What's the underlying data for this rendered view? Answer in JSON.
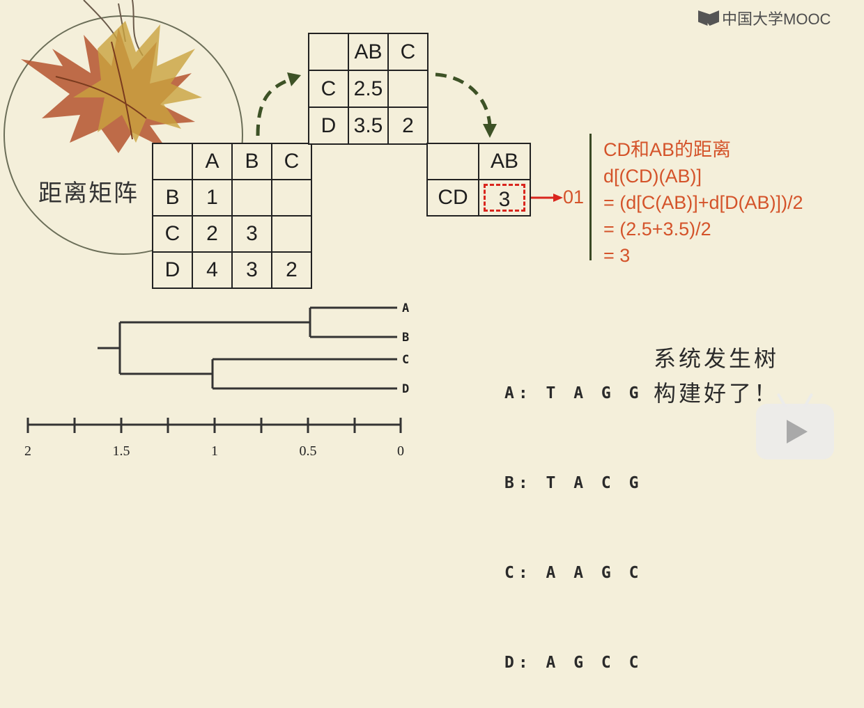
{
  "logo": {
    "text": "中国大学MOOC"
  },
  "title": "距离矩阵",
  "matrix1": {
    "cols": [
      "",
      "A",
      "B",
      "C"
    ],
    "rows": [
      [
        "B",
        "1",
        "",
        ""
      ],
      [
        "C",
        "2",
        "3",
        ""
      ],
      [
        "D",
        "4",
        "3",
        "2"
      ]
    ]
  },
  "matrix2": {
    "cols": [
      "",
      "AB",
      "C"
    ],
    "rows": [
      [
        "C",
        "2.5",
        ""
      ],
      [
        "D",
        "3.5",
        "2"
      ]
    ]
  },
  "matrix3": {
    "cols": [
      "",
      "AB"
    ],
    "rows": [
      [
        "CD",
        "3"
      ]
    ]
  },
  "result_label": "01",
  "formula": [
    "CD和AB的距离",
    "d[(CD)(AB)]",
    "= (d[C(AB)]+d[D(AB)])/2",
    "= (2.5+3.5)/2",
    "= 3"
  ],
  "tree": {
    "leaves": [
      "A",
      "B",
      "C",
      "D"
    ],
    "axis_ticks": [
      "2",
      "1.5",
      "1",
      "0.5",
      "0"
    ]
  },
  "sequences": [
    "A: T A G G",
    "B: T A C G",
    "C: A A G C",
    "D: A G C C"
  ],
  "note": [
    "系统发生树",
    "构建好了！"
  ],
  "colors": {
    "accent": "#d4532a",
    "arrow": "#3d5226",
    "highlight": "#d9251d"
  },
  "icons": {
    "play": "play-icon",
    "leaf": "maple-leaf-icon"
  }
}
